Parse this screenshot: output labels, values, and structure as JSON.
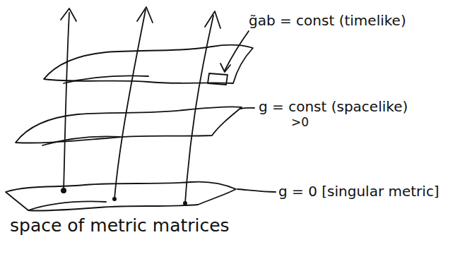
{
  "diagram": {
    "labels": [
      "g̃ab = const (timelike)",
      "g = const (spacelike)",
      ">0",
      "g = 0 [singular metric]",
      "space of metric matrices"
    ]
  }
}
